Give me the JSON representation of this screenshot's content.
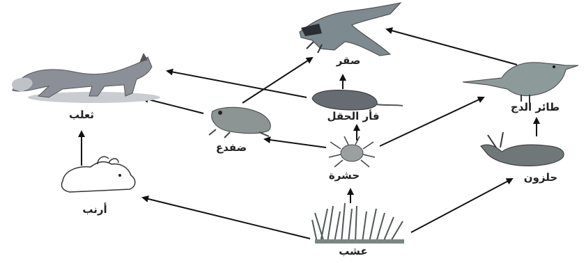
{
  "diagram": {
    "labels": {
      "fox": "ثعلب",
      "hawk": "صقر",
      "bird": "طائر الدج",
      "mouse": "فأر الحقل",
      "frog": "ضفدع",
      "insect": "حشرة",
      "snail": "حلزون",
      "rabbit": "أرنب",
      "grass": "عشب"
    },
    "colors": {
      "arrow": "#111111",
      "fox": "#8a8f98",
      "hawk": "#7d8a8f",
      "bird": "#8d9a9a",
      "mouse": "#666c72",
      "frog": "#8c9494",
      "insect": "#9aa0a0",
      "snail": "#6f7778",
      "rabbit": "#ffffff",
      "grass": "#7b8583"
    }
  }
}
